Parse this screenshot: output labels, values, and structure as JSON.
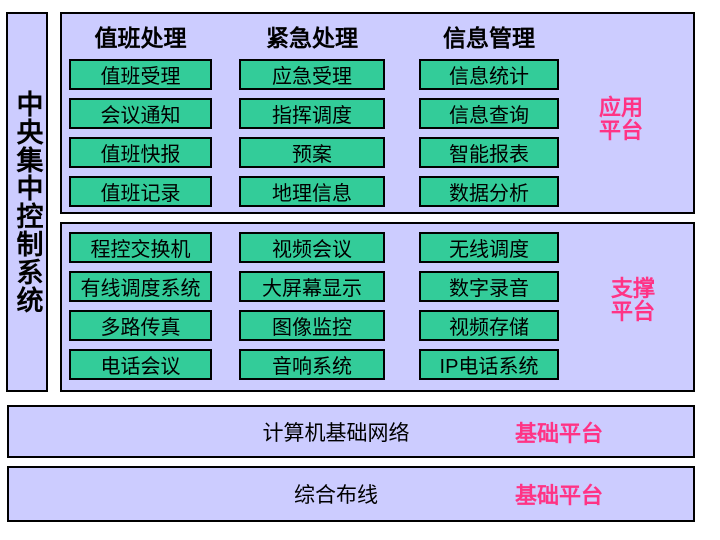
{
  "colors": {
    "background": "#ffffff",
    "panel_fill": "#ccccff",
    "box_fill": "#33cc99",
    "border": "#000000",
    "accent_pink": "#ff3385"
  },
  "left_bar": {
    "title": "中央集中控制系统"
  },
  "panels": {
    "application": {
      "platform_label": "应用平台",
      "columns": [
        {
          "header": "值班处理",
          "items": [
            "值班受理",
            "会议通知",
            "值班快报",
            "值班记录"
          ]
        },
        {
          "header": "紧急处理",
          "items": [
            "应急受理",
            "指挥调度",
            "预案",
            "地理信息"
          ]
        },
        {
          "header": "信息管理",
          "items": [
            "信息统计",
            "信息查询",
            "智能报表",
            "数据分析"
          ]
        }
      ]
    },
    "support": {
      "platform_label": "支撑平台",
      "columns": [
        {
          "items": [
            "程控交换机",
            "有线调度系统",
            "多路传真",
            "电话会议"
          ]
        },
        {
          "items": [
            "视频会议",
            "大屏幕显示",
            "图像监控",
            "音响系统"
          ]
        },
        {
          "items": [
            "无线调度",
            "数字录音",
            "视频存储",
            "IP电话系统"
          ]
        }
      ]
    },
    "base": [
      {
        "title": "计算机基础网络",
        "platform_label": "基础平台"
      },
      {
        "title": "综合布线",
        "platform_label": "基础平台"
      }
    ]
  }
}
